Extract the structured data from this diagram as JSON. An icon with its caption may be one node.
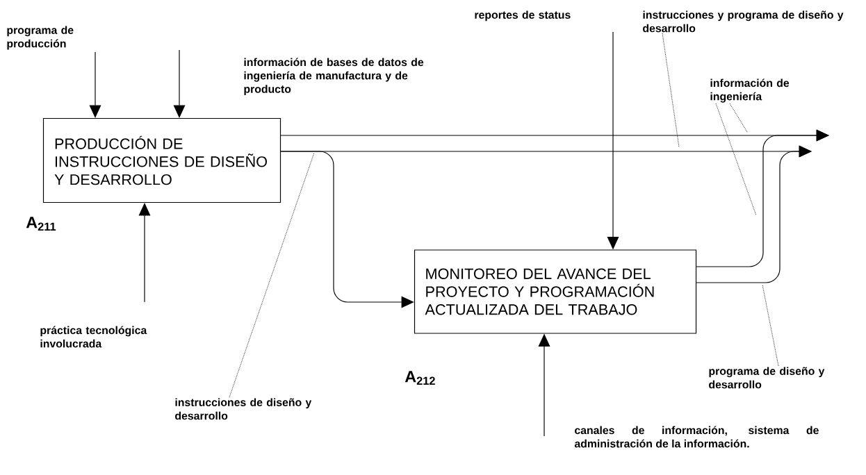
{
  "diagram": {
    "nodes": [
      {
        "text": [
          "PRODUCCIÓN DE INSTRUCCIONES DE DISEÑO Y DESARROLLO"
        ],
        "beside": [
          "A$_{211}$"
        ]
      },
      {
        "text": [
          "MONITOREO DEL AVANCE DEL PROYECTO Y PROGRAMACIÓN ACTUALIZADA DEL TRABAJO"
        ],
        "beside": [
          "A$_{212}$"
        ]
      },
      {
        "text": [
          "instrucciones y programa de diseño y desarrollo"
        ]
      },
      {
        "text": [
          "información de ingeniería"
        ]
      },
      {
        "text": [
          "instrucciones de diseño y desarrollo"
        ]
      },
      {
        "text": [
          "programa de diseño y desarrollo"
        ]
      }
    ],
    "edges": [
      {
        "from": null,
        "to": 0,
        "arrow": "to",
        "label": "programa de producción"
      },
      {
        "from": null,
        "to": 0,
        "arrow": "to"
      },
      {
        "from": null,
        "to": 0,
        "arrow": "to",
        "label": "práctica tecnológica involucrada"
      },
      {
        "from": 0,
        "to": null,
        "arrow": "to"
      },
      {
        "from": 0,
        "to": null,
        "arrow": "to"
      },
      {
        "from": 0,
        "to": 1,
        "arrow": "to"
      },
      {
        "from": null,
        "to": 1,
        "arrow": "to",
        "label": "reportes de status"
      },
      {
        "from": null,
        "to": 1,
        "arrow": "to",
        "label": "canales de información, sistema de administración de la información."
      },
      {
        "from": 1,
        "to": null,
        "arrow": "to"
      },
      {
        "from": 1,
        "to": null,
        "arrow": "to"
      },
      {
        "from": 2,
        "to": null,
        "arrow": "none",
        "style": "dashed"
      },
      {
        "from": 3,
        "to": null,
        "arrow": "none",
        "style": "dashed"
      },
      {
        "from": 3,
        "to": null,
        "arrow": "none",
        "style": "dashed"
      },
      {
        "from": 4,
        "to": null,
        "arrow": "none",
        "style": "dashed"
      },
      {
        "from": 5,
        "to": null,
        "arrow": "none",
        "style": "dashed"
      }
    ],
    "labels": [
      "información de bases de datos de ingeniería de manufactura y de producto"
    ]
  }
}
